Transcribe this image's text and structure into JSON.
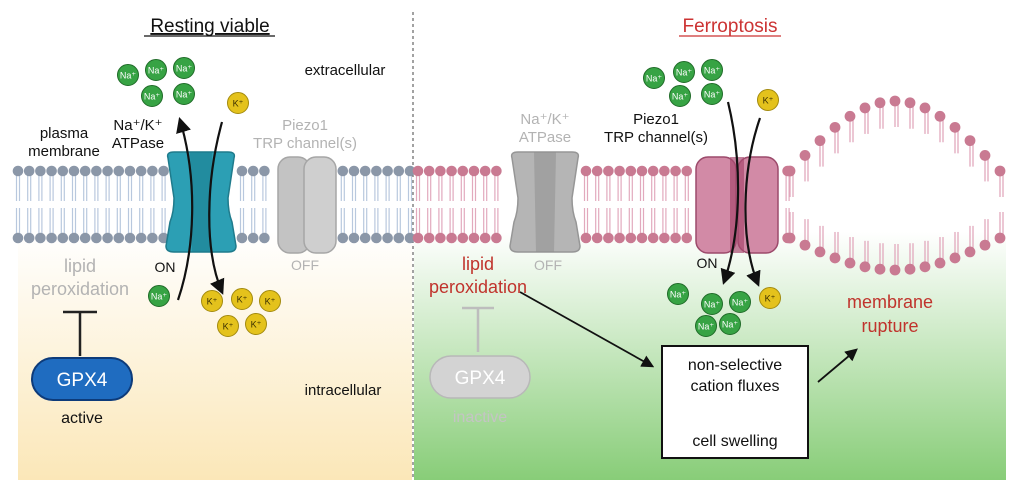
{
  "left_panel": {
    "title": "Resting viable",
    "membrane_label_line1": "plasma",
    "membrane_label_line2": "membrane",
    "atpase_label_line1": "Na⁺/K⁺",
    "atpase_label_line2": "ATPase",
    "channel_label_line1": "Piezo1",
    "channel_label_line2": "TRP channel(s)",
    "atpase_state": "ON",
    "channel_state": "OFF",
    "lipid_label_line1": "lipid",
    "lipid_label_line2": "peroxidation",
    "gpx4_label": "GPX4",
    "gpx4_state": "active"
  },
  "right_panel": {
    "title": "Ferroptosis",
    "atpase_label_line1": "Na⁺/K⁺",
    "atpase_label_line2": "ATPase",
    "channel_label_line1": "Piezo1",
    "channel_label_line2": "TRP channel(s)",
    "atpase_state": "OFF",
    "channel_state": "ON",
    "lipid_label_line1": "lipid",
    "lipid_label_line2": "peroxidation",
    "gpx4_label": "GPX4",
    "gpx4_state": "inactive",
    "box_line1": "non-selective",
    "box_line2": "cation fluxes",
    "box_line3": "cell swelling",
    "rupture_line1": "membrane",
    "rupture_line2": "rupture"
  },
  "regions": {
    "extracellular": "extracellular",
    "intracellular": "intracellular"
  },
  "ions": {
    "na": "Na⁺",
    "k": "K⁺"
  },
  "colors": {
    "left_gradient_bottom": "#fbe7b8",
    "right_gradient_bottom": "#88cd78",
    "left_head": "#8b97a8",
    "right_head": "#c97a92",
    "left_tail": "#b8c8de",
    "right_tail": "#e2a9bd",
    "atpase_active": "#2c9fb4",
    "channel_active": "#c9708f",
    "inactive_gray": "#b9b9b9",
    "na_ion": "#37a344",
    "k_ion": "#e4c21c",
    "title_left": "#111111",
    "title_right": "#cc3333",
    "red_text": "#c0332c",
    "gpx4_active": "#1f6cc0"
  }
}
